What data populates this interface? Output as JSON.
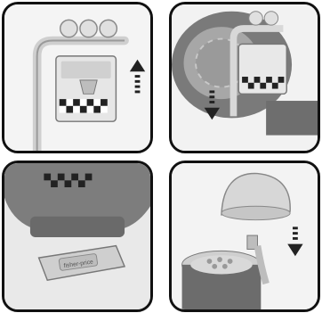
{
  "panels": [
    {
      "id": "step-1",
      "arrow": "up"
    },
    {
      "id": "step-2",
      "arrow": "down"
    },
    {
      "id": "step-3",
      "arrow": "none"
    },
    {
      "id": "step-4",
      "arrow": "down"
    }
  ],
  "clip_label": "fisher-price",
  "colors": {
    "frame": "#111111",
    "gray_plastic": "#8f8f8f",
    "dark_gray": "#5f5f5f",
    "light_plastic": "#e6e6e6",
    "panel_bg": "#f7f7f7"
  }
}
